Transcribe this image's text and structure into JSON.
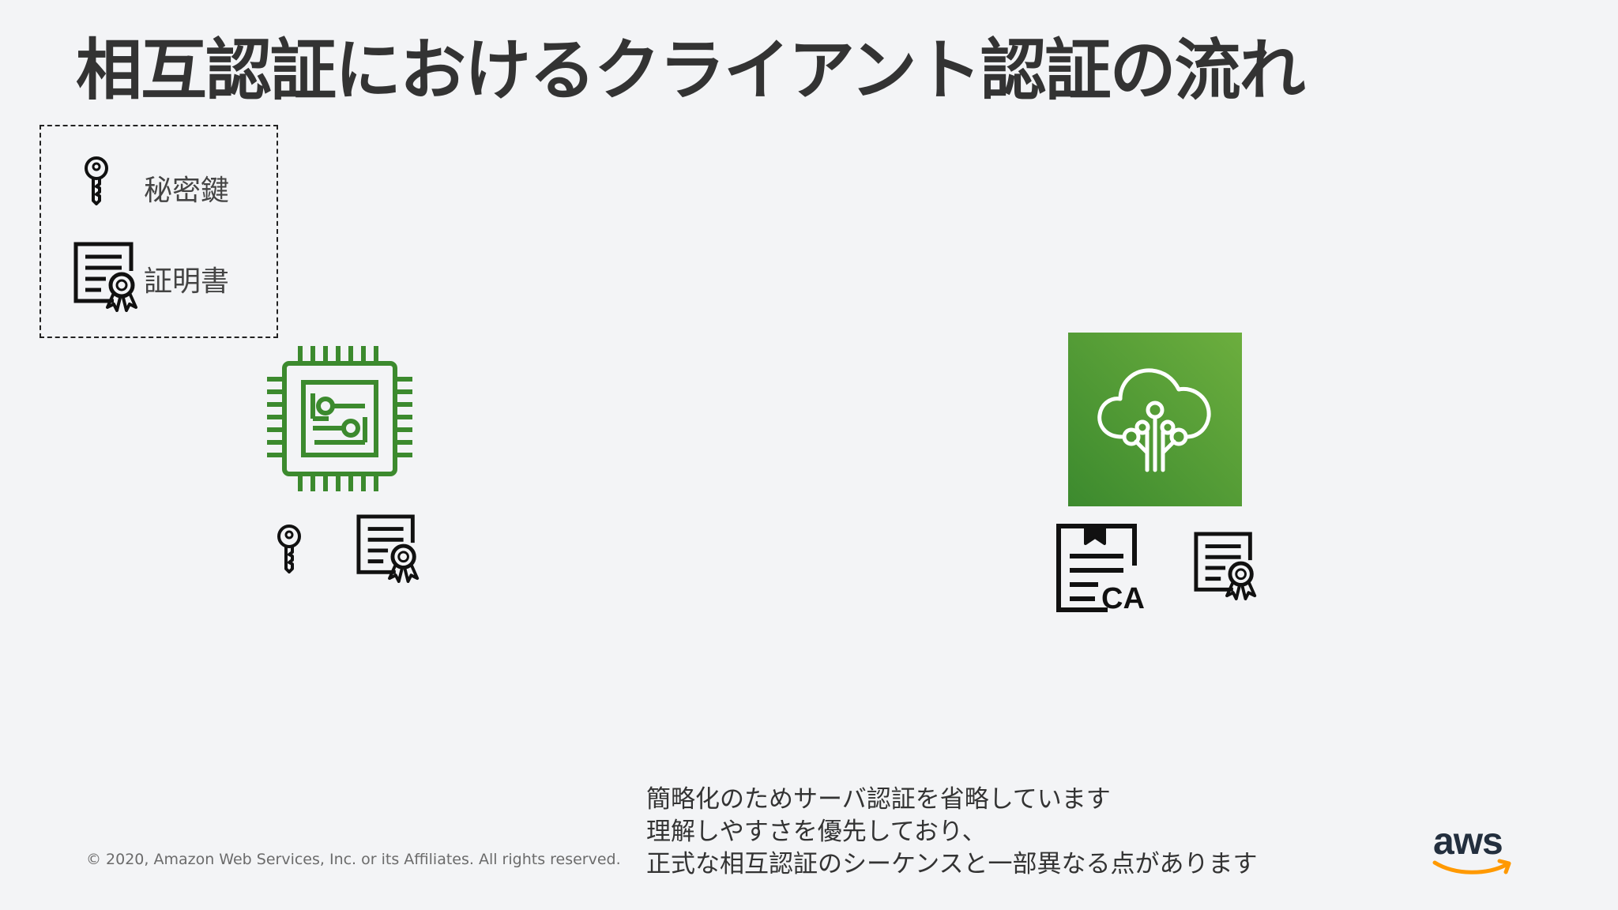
{
  "slide": {
    "title": "相互認証におけるクライアント認証の流れ"
  },
  "legend": {
    "key_label": "秘密鍵",
    "cert_label": "証明書"
  },
  "notes": {
    "lines": [
      "簡略化のためサーバ認証を省略しています",
      "理解しやすさを優先しており、",
      "正式な相互認証のシーケンスと一部異なる点があります"
    ]
  },
  "ca_icon_text": "CA",
  "footer": {
    "copyright": "© 2020, Amazon Web Services, Inc. or its Affiliates. All rights reserved.",
    "logo_text": "aws"
  },
  "colors": {
    "background": "#f3f4f6",
    "device_green": "#3c8a2e",
    "iot_tile_light": "#6cae3e",
    "iot_tile_dark": "#3c8a2e",
    "aws_smile": "#ff9900"
  },
  "icons": {
    "key": "key-icon",
    "certificate": "certificate-icon",
    "device": "chip-icon",
    "iot_cloud": "iot-core-icon",
    "ca_certificate": "ca-certificate-icon"
  }
}
